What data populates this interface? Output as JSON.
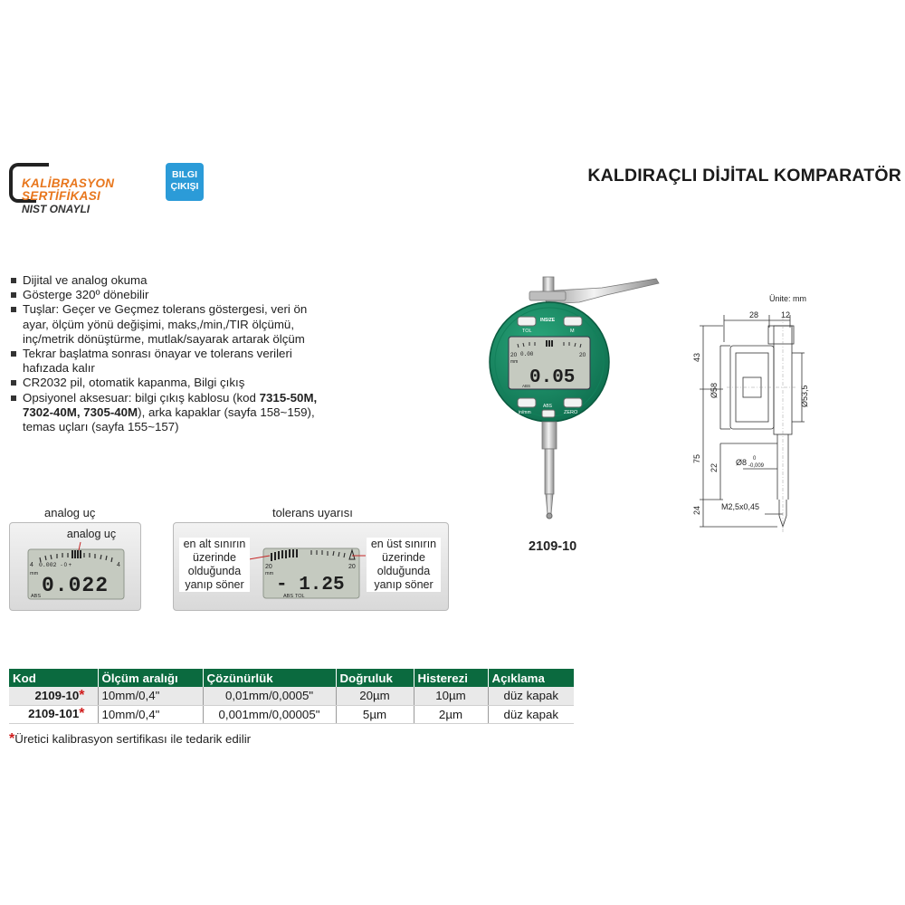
{
  "badges": {
    "calibration": {
      "line1": "KALİBRASYON",
      "line2": "SERTİFİKASI",
      "line3": "NIST ONAYLI"
    },
    "data_output": {
      "line1": "BILGI",
      "line2": "ÇIKIŞI"
    }
  },
  "title": "KALDIRAÇLI DİJİTAL KOMPARATÖR",
  "features": [
    {
      "text": "Dijital ve analog okuma"
    },
    {
      "text": "Gösterge 320º dönebilir"
    },
    {
      "text": "Tuşlar: Geçer ve Geçmez tolerans göstergesi, veri ön ayar, ölçüm yönü değişimi, maks,/min,/TIR ölçümü, inç/metrik dönüştürme, mutlak/sayarak artarak ölçüm"
    },
    {
      "text": "Tekrar başlatma sonrası önayar ve tolerans verileri hafızada kalır"
    },
    {
      "text": "CR2032 pil, otomatik kapanma, Bilgi çıkış"
    },
    {
      "pre": "Opsiyonel aksesuar: bilgi çıkış kablosu (kod ",
      "bold": "7315-50M, 7302-40M, 7305-40M",
      "post": "), arka kapaklar (sayfa 158~159), temas uçları (sayfa 155~157)"
    }
  ],
  "panels": {
    "analog": {
      "caption": "analog uç",
      "callout": "analog uç",
      "lcd_reading": "0.022",
      "lcd_small": "0.002",
      "lcd_small_sign": "- 0 +",
      "lcd_left": "4",
      "lcd_right": "4",
      "lcd_unit": "mm",
      "lcd_abs": "ABS"
    },
    "tolerance": {
      "caption": "tolerans uyarısı",
      "callout_left": [
        "en alt sınırın",
        "üzerinde",
        "olduğunda",
        "yanıp söner"
      ],
      "callout_right": [
        "en üst sınırın",
        "üzerinde",
        "olduğunda",
        "yanıp söner"
      ],
      "lcd_reading": "- 1.25",
      "lcd_left": "20",
      "lcd_right": "20",
      "lcd_unit": "mm",
      "lcd_abs": "ABS",
      "lcd_tol": "TOL"
    }
  },
  "gauge": {
    "model": "2109-10",
    "brand": "INSIZE",
    "reading": "0.05",
    "small_reading": "0.00",
    "range_left": "20",
    "range_right": "20",
    "unit": "mm",
    "abs_label": "ABS",
    "btn_tol": "TOL",
    "btn_m": "M",
    "btn_inmm": "in/mm",
    "btn_abs": "ABS",
    "btn_zero": "ZERO",
    "body_color": "#17916a",
    "body_dark": "#0c6a4b"
  },
  "drawing": {
    "unit_note": "Ünite: mm",
    "dim_28": "28",
    "dim_12": "12",
    "dim_43": "43",
    "dim_58": "Ø58",
    "dim_53_5": "Ø53,5",
    "dim_75": "75",
    "dim_22": "22",
    "dim_8": "Ø8",
    "dim_8_tol_upper": "0",
    "dim_8_tol_lower": "-0,009",
    "dim_24": "24",
    "dim_thread": "M2,5x0,45"
  },
  "table": {
    "headers": [
      "Kod",
      "Ölçüm aralığı",
      "Çözünürlük",
      "Doğruluk",
      "Histerezi",
      "Açıklama"
    ],
    "rows": [
      {
        "kod": "2109-10",
        "star": "*",
        "range": "10mm/0,4\"",
        "resolution": "0,01mm/0,0005\"",
        "accuracy": "20µm",
        "hysteresis": "10µm",
        "note": "düz kapak"
      },
      {
        "kod": "2109-101",
        "star": "*",
        "range": "10mm/0,4\"",
        "resolution": "0,001mm/0,00005\"",
        "accuracy": "5µm",
        "hysteresis": "2µm",
        "note": "düz kapak"
      }
    ]
  },
  "footnote": {
    "star": "*",
    "text": "Üretici kalibrasyon sertifikası ile tedarik edilir"
  },
  "colors": {
    "table_header": "#0b6a3f",
    "accent_orange": "#e8761c",
    "badge_blue": "#2b9bd8",
    "star_red": "#d01c1c"
  }
}
